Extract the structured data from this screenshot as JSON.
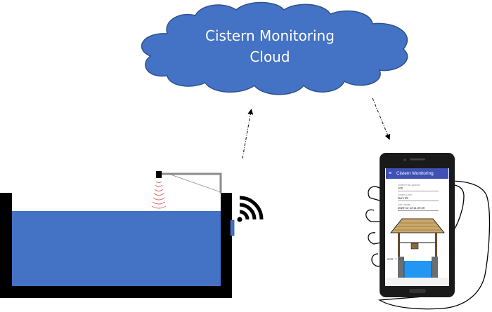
{
  "cloud": {
    "title_line1": "Cistern Monitoring",
    "title_line2": "Cloud",
    "color": "#4472c4"
  },
  "cistern": {
    "water_color": "#4472c4",
    "wall_color": "#000000",
    "sensor_icon": "ultrasonic-sensor-icon",
    "wireless_icon": "wifi-signal-icon"
  },
  "phone": {
    "app_title": "Cistern Monitoring",
    "menu_icon": "hamburger-menu-icon",
    "fields": [
      {
        "label": "Cistern Full Capacity",
        "value": "100"
      },
      {
        "label": "Cistern Level",
        "value": "Num 95"
      },
      {
        "label": "Last Update",
        "value": "2020-11-13 11:20:20"
      }
    ],
    "level_label": "0.00",
    "accent": "#3f51b5"
  }
}
